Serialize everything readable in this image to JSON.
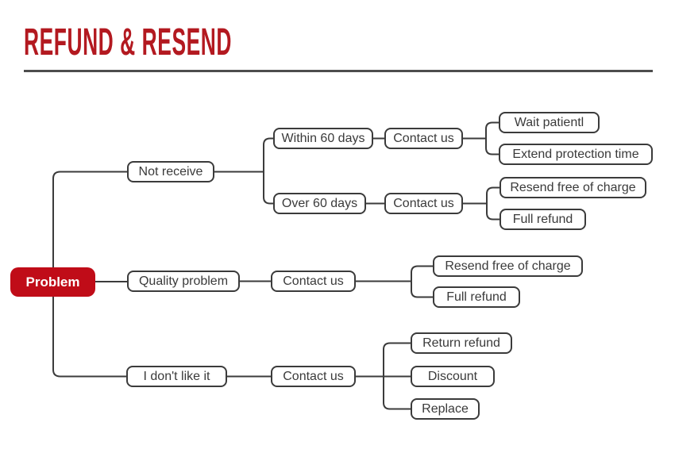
{
  "header": {
    "title": "REFUND & RESEND"
  },
  "colors": {
    "accent_red": "#c00c18",
    "title_red": "#b31920",
    "line_gray": "#3b3b3b",
    "rule_gray": "#4d4d4d"
  },
  "tree": {
    "root": {
      "label": "Problem"
    },
    "branches": [
      {
        "label": "Not receive",
        "cases": [
          {
            "label": "Within 60 days",
            "action": "Contact us",
            "outcomes": [
              "Wait patientl",
              "Extend protection time"
            ]
          },
          {
            "label": "Over 60 days",
            "action": "Contact us",
            "outcomes": [
              "Resend free of charge",
              "Full refund"
            ]
          }
        ]
      },
      {
        "label": "Quality problem",
        "action": "Contact us",
        "outcomes": [
          "Resend free of charge",
          "Full refund"
        ]
      },
      {
        "label": "I don't like it",
        "action": "Contact us",
        "outcomes": [
          "Return refund",
          "Discount",
          "Replace"
        ]
      }
    ]
  }
}
